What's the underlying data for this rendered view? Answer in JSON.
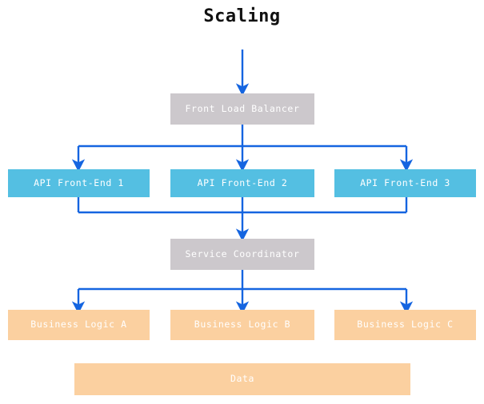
{
  "diagram": {
    "title": "Scaling",
    "background_color": "#ffffff",
    "title_color": "#111111",
    "arrow_color": "#1565e0",
    "colors": {
      "gray": "#ccc8cc",
      "blue": "#54bfe2",
      "orange": "#fbd0a0",
      "label": "#ffffff"
    },
    "tiers": [
      {
        "name": "entry",
        "nodes": [
          {
            "id": "front-load-balancer",
            "label": "Front Load Balancer",
            "style": "gray"
          }
        ]
      },
      {
        "name": "api-front-ends",
        "nodes": [
          {
            "id": "api-front-end-1",
            "label": "API Front-End 1",
            "style": "blue"
          },
          {
            "id": "api-front-end-2",
            "label": "API Front-End 2",
            "style": "blue"
          },
          {
            "id": "api-front-end-3",
            "label": "API Front-End 3",
            "style": "blue"
          }
        ]
      },
      {
        "name": "coordination",
        "nodes": [
          {
            "id": "service-coordinator",
            "label": "Service Coordinator",
            "style": "gray"
          }
        ]
      },
      {
        "name": "business-logic",
        "nodes": [
          {
            "id": "business-logic-a",
            "label": "Business Logic A",
            "style": "orange"
          },
          {
            "id": "business-logic-b",
            "label": "Business Logic B",
            "style": "orange"
          },
          {
            "id": "business-logic-c",
            "label": "Business Logic C",
            "style": "orange"
          }
        ]
      },
      {
        "name": "storage",
        "nodes": [
          {
            "id": "data",
            "label": "Data",
            "style": "orange"
          }
        ]
      }
    ]
  }
}
